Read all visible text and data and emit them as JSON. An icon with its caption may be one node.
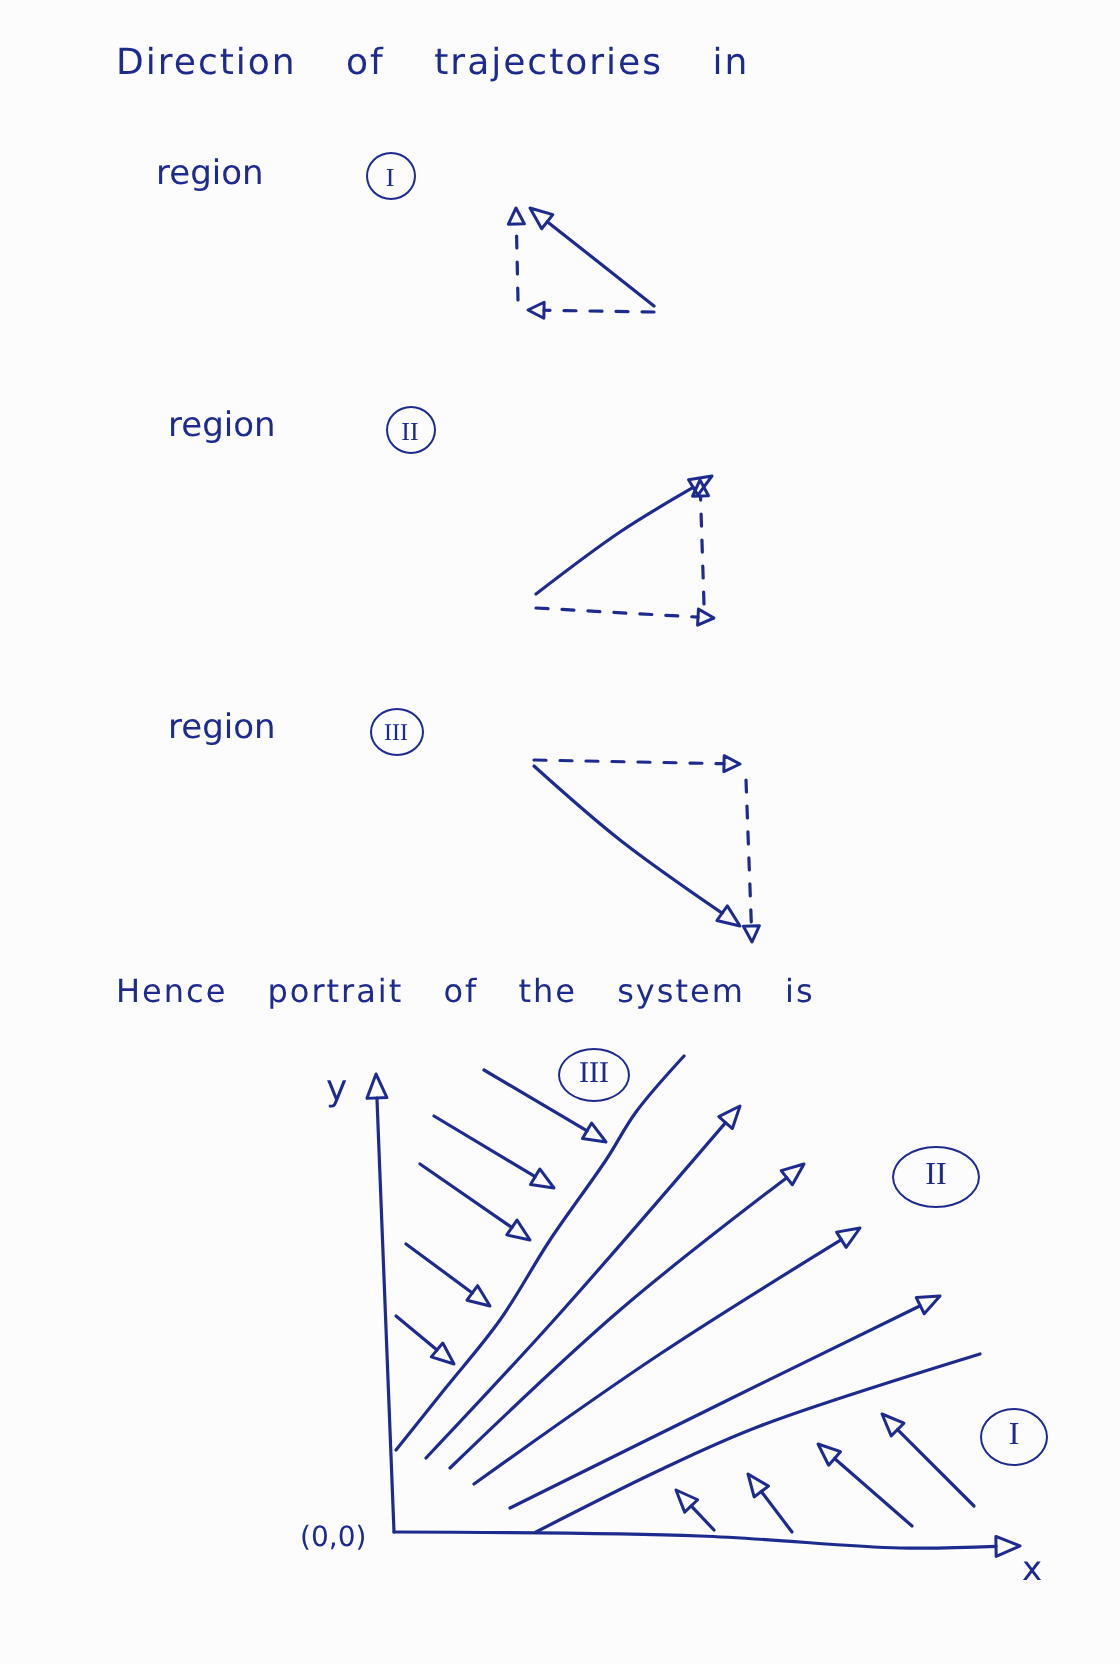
{
  "diagram": {
    "title": "Direction of trajectories in",
    "nodes": [
      {
        "text": [
          "I"
        ],
        "beside": [
          "region"
        ]
      },
      {
        "text": [
          "II"
        ],
        "beside": [
          "region"
        ]
      },
      {
        "text": [
          "III"
        ],
        "beside": [
          "region"
        ]
      },
      {
        "text": [
          "III"
        ]
      },
      {
        "text": [
          "II"
        ]
      },
      {
        "text": [
          "I"
        ]
      }
    ],
    "labels": [
      "Hence portrait of the system is",
      "y",
      "(0,0)",
      "x"
    ]
  }
}
